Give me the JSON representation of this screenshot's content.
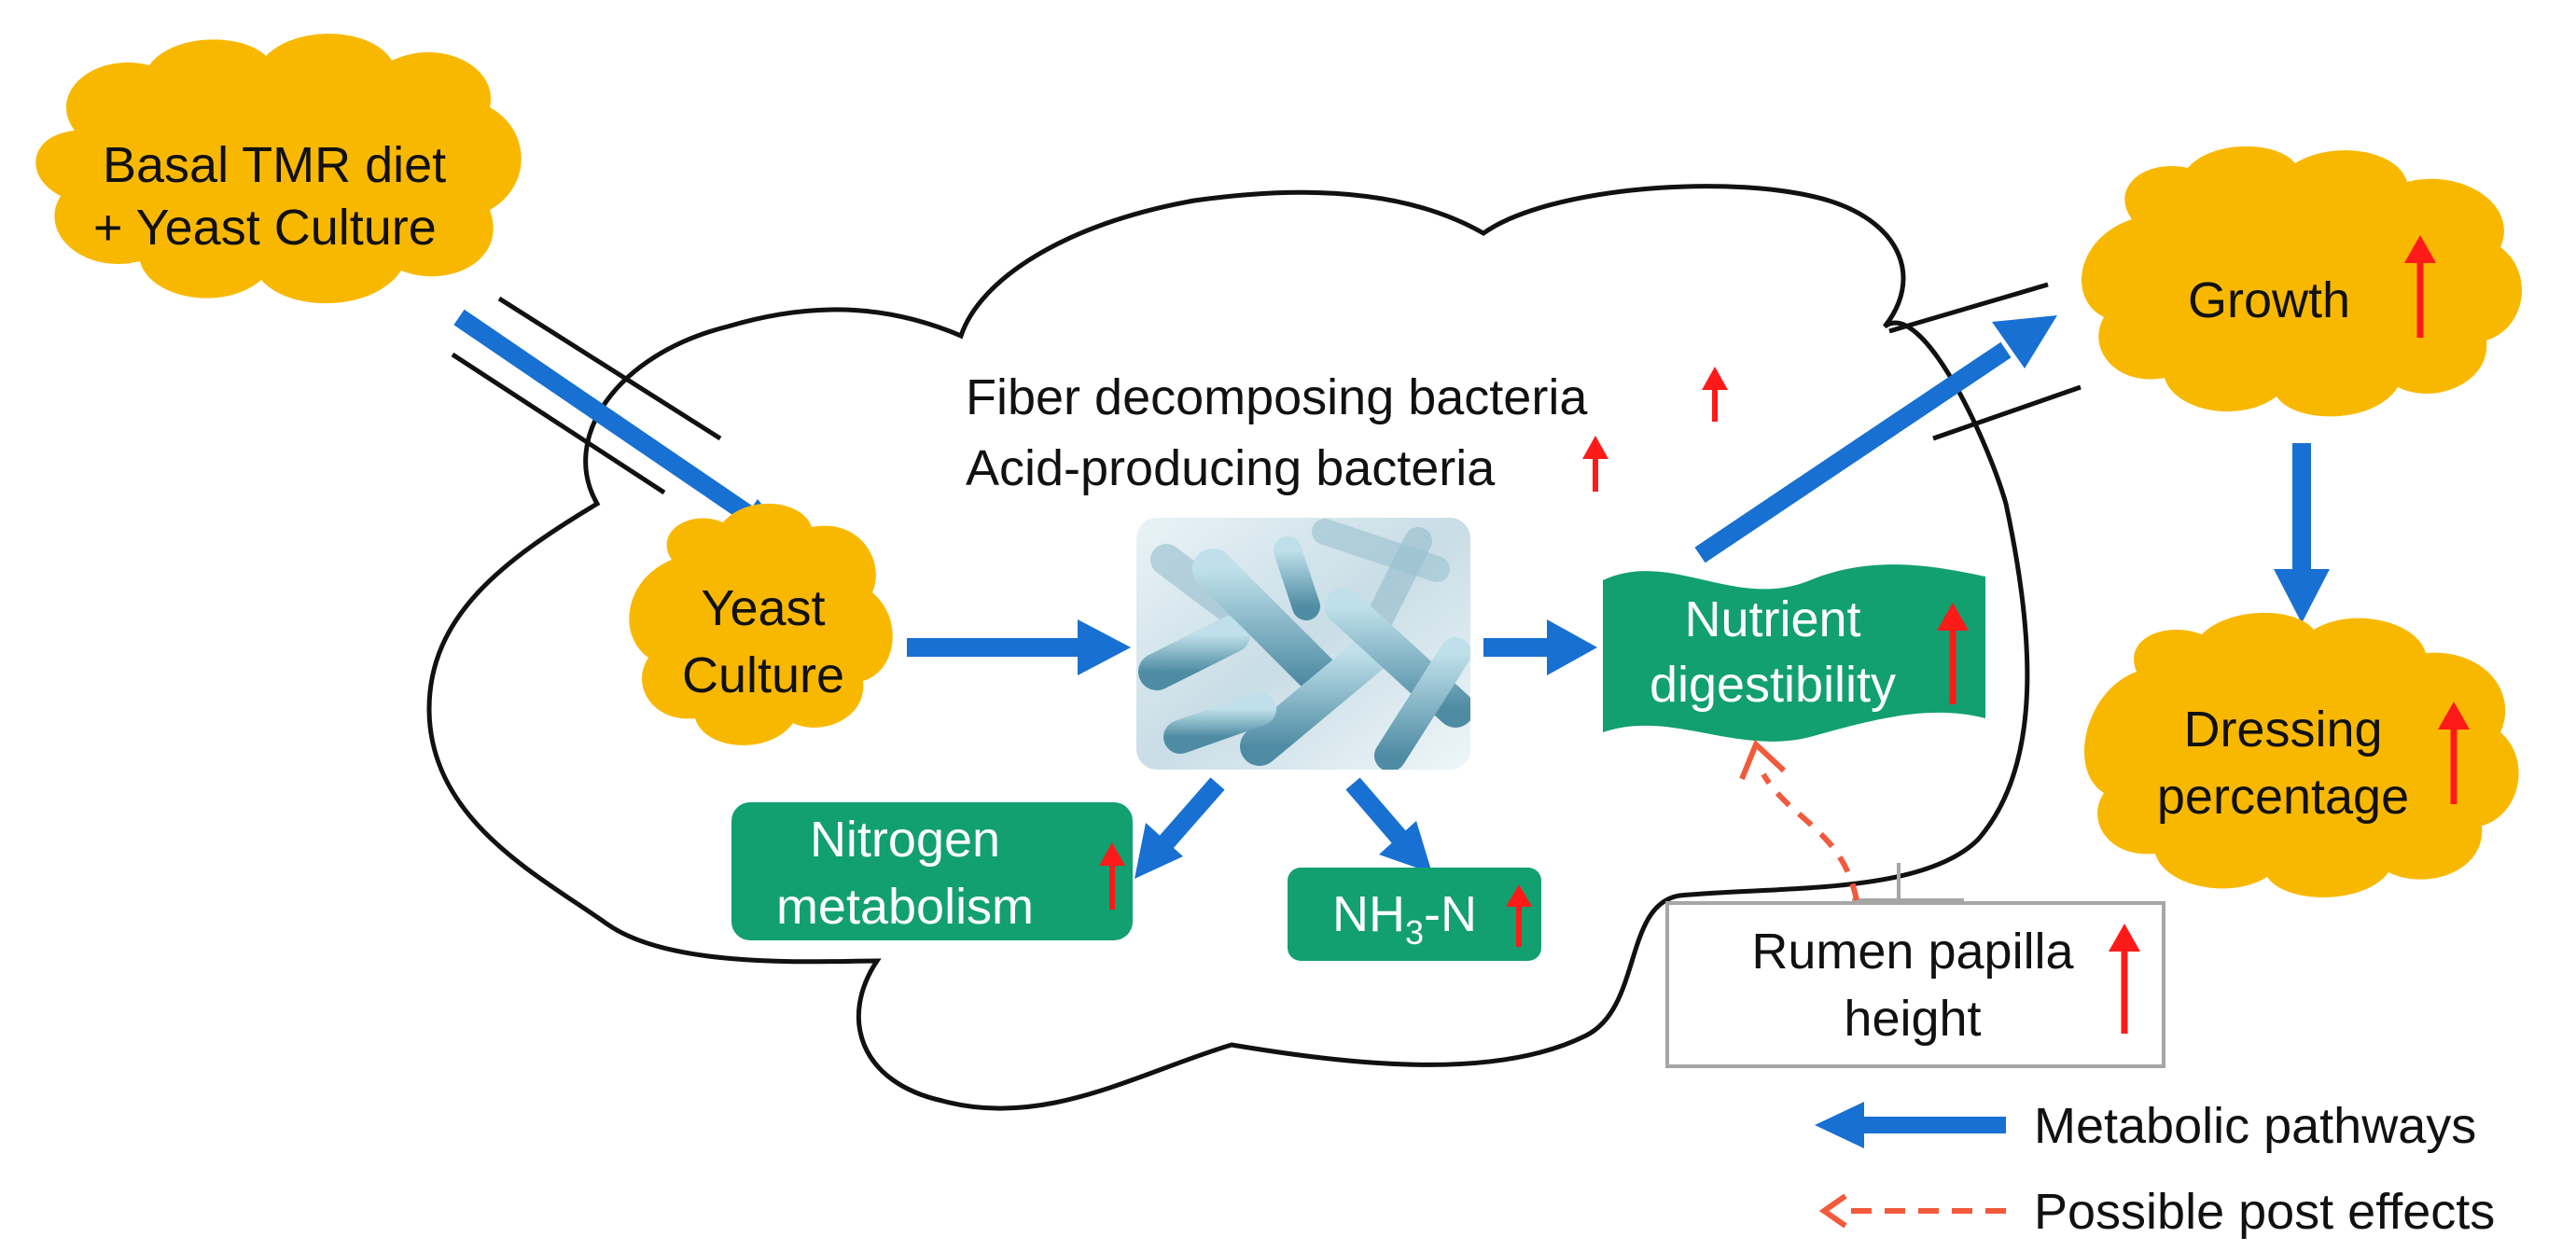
{
  "colors": {
    "cloud_fill": "#F9B800",
    "green_box": "#12A070",
    "blue_arrow": "#1770D2",
    "red_arrow": "#FF1A1A",
    "dashed_arrow": "#F25A3C",
    "gray_box": "#A6A6A6",
    "outline": "#111111"
  },
  "inputs": {
    "diet_line1": "Basal TMR diet",
    "diet_line2": "+ Yeast Culture"
  },
  "rumen": {
    "yeast_line1": "Yeast",
    "yeast_line2": "Culture",
    "fiber_bacteria": "Fiber decomposing bacteria",
    "acid_bacteria": "Acid-producing bacteria",
    "bacteria_image_icon": "bacteria-microscopy-image",
    "nutrient_line1": "Nutrient",
    "nutrient_line2": "digestibility",
    "nitrogen_line1": "Nitrogen",
    "nitrogen_line2": "metabolism",
    "nh3_main": "NH",
    "nh3_sub": "3",
    "nh3_suffix": "-N",
    "papilla_line1": "Rumen papilla",
    "papilla_line2": "height"
  },
  "outcomes": {
    "growth": "Growth",
    "dressing_line1": "Dressing",
    "dressing_line2": "percentage"
  },
  "legend": {
    "metabolic": "Metabolic  pathways",
    "possible": "Possible post effects"
  },
  "icons": {
    "increase": "up-arrow-icon"
  }
}
